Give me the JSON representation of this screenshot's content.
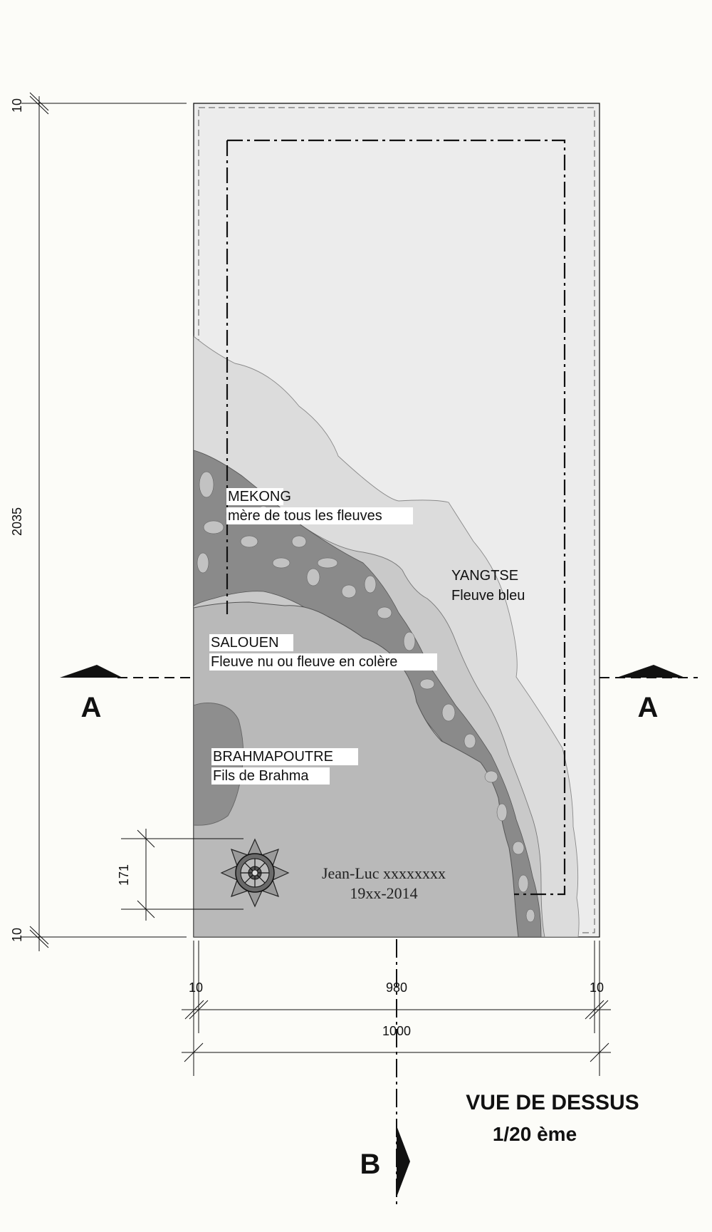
{
  "drawing": {
    "title": "VUE DE DESSUS",
    "scale": "1/20 ème"
  },
  "section_marks": {
    "a_left": "A",
    "a_right": "A",
    "b": "B"
  },
  "dimensions": {
    "height_total": "2035",
    "top_margin": "10",
    "bottom_margin": "10",
    "emblem_height": "171",
    "width_left_margin": "10",
    "width_inner": "980",
    "width_right_margin": "10",
    "width_total": "1000"
  },
  "rivers": [
    {
      "name": "MEKONG",
      "subtitle": "mère de tous les fleuves"
    },
    {
      "name": "YANGTSE",
      "subtitle": "Fleuve bleu"
    },
    {
      "name": "SALOUEN",
      "subtitle": "Fleuve nu ou fleuve en colère"
    },
    {
      "name": "BRAHMAPOUTRE",
      "subtitle": "Fils de Brahma"
    }
  ],
  "inscription": {
    "name": "Jean-Luc xxxxxxxx",
    "dates": "19xx-2014"
  },
  "colors": {
    "slab": "#ececec",
    "yangtse": "#dcdcdc",
    "mekong_band": "#c9c9c9",
    "salouen": "#b9b9b9",
    "brahmapoutre": "#8e8e8e",
    "pattern": "#7a7a7a"
  }
}
